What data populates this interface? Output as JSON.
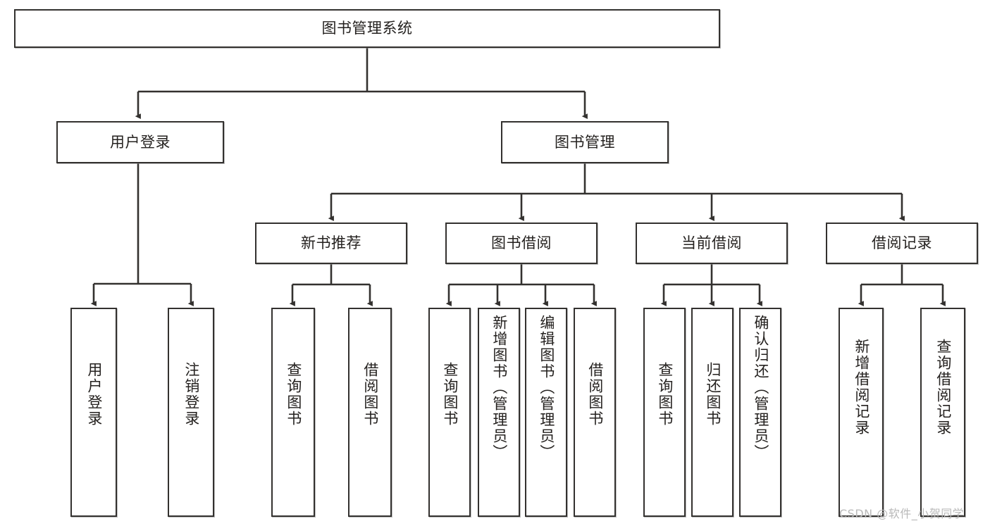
{
  "diagram": {
    "title_node": {
      "label": "图书管理系统"
    },
    "level2": [
      {
        "id": "user-login",
        "label": "用户登录"
      },
      {
        "id": "book-manage",
        "label": "图书管理"
      }
    ],
    "level3": [
      {
        "id": "new-book-recommend",
        "label": "新书推荐"
      },
      {
        "id": "book-borrow",
        "label": "图书借阅"
      },
      {
        "id": "current-borrow",
        "label": "当前借阅"
      },
      {
        "id": "borrow-record",
        "label": "借阅记录"
      }
    ],
    "leaves": [
      {
        "id": "leaf-user-login",
        "label": "用户登录",
        "group": "user-login"
      },
      {
        "id": "leaf-logout-login",
        "label": "注销登录",
        "group": "user-login"
      },
      {
        "id": "leaf-query-book-1",
        "label": "查询图书",
        "group": "new-book-recommend"
      },
      {
        "id": "leaf-borrow-book-1",
        "label": "借阅图书",
        "group": "new-book-recommend"
      },
      {
        "id": "leaf-query-book-2",
        "label": "查询图书",
        "group": "book-borrow"
      },
      {
        "id": "leaf-add-book",
        "label": "新增图书（管理员）",
        "group": "book-borrow"
      },
      {
        "id": "leaf-edit-book",
        "label": "编辑图书（管理员）",
        "group": "book-borrow"
      },
      {
        "id": "leaf-borrow-book-2",
        "label": "借阅图书",
        "group": "book-borrow"
      },
      {
        "id": "leaf-query-book-3",
        "label": "查询图书",
        "group": "current-borrow"
      },
      {
        "id": "leaf-return-book",
        "label": "归还图书",
        "group": "current-borrow"
      },
      {
        "id": "leaf-confirm-return",
        "label": "确认归还（管理员）",
        "group": "current-borrow"
      },
      {
        "id": "leaf-add-record",
        "label": "新增借阅记录",
        "group": "borrow-record"
      },
      {
        "id": "leaf-query-record",
        "label": "查询借阅记录",
        "group": "borrow-record"
      }
    ],
    "watermark": "CSDN @软件_小贺同学",
    "colors": {
      "line": "#33312f",
      "box_border": "#33312f",
      "box_fill": "#ffffff",
      "text": "#24211f",
      "watermark": "#b9b9b9",
      "background": "#ffffff"
    }
  }
}
